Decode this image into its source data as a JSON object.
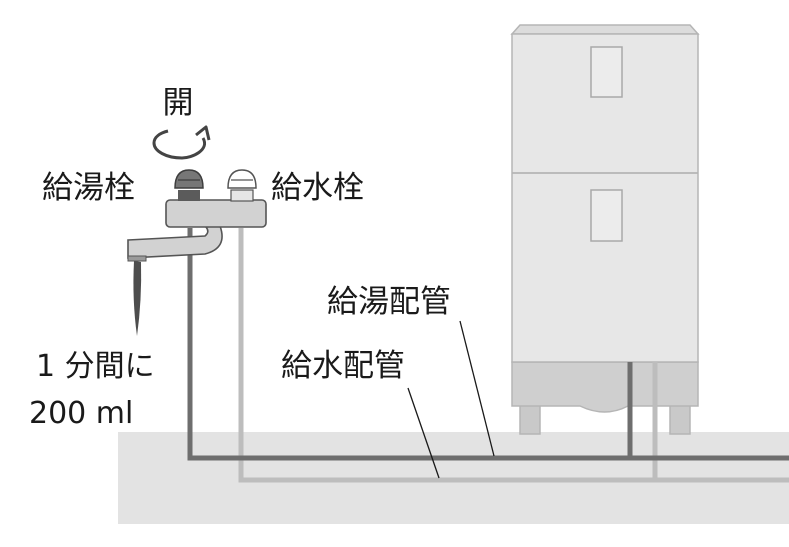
{
  "labels": {
    "open": "開",
    "hot_tap": "給湯栓",
    "cold_tap": "給水栓",
    "hot_pipe": "給湯配管",
    "cold_pipe": "給水配管",
    "flow_line1": "1 分間に",
    "flow_line2": "200 ml"
  },
  "colors": {
    "floor": "#e3e3e3",
    "hot_pipe": "#6e6e6e",
    "cold_pipe": "#bdbdbd",
    "unit_body": "#e7e7e7",
    "unit_outline": "#b5b5b5",
    "unit_base": "#c9c9c9",
    "faucet": "#d2d2d2",
    "faucet_outline": "#555555"
  },
  "icons": {
    "rotate": "rotate-arrow-icon",
    "hot_valve": "hot-valve-handle-icon",
    "cold_valve": "cold-valve-handle-icon"
  }
}
